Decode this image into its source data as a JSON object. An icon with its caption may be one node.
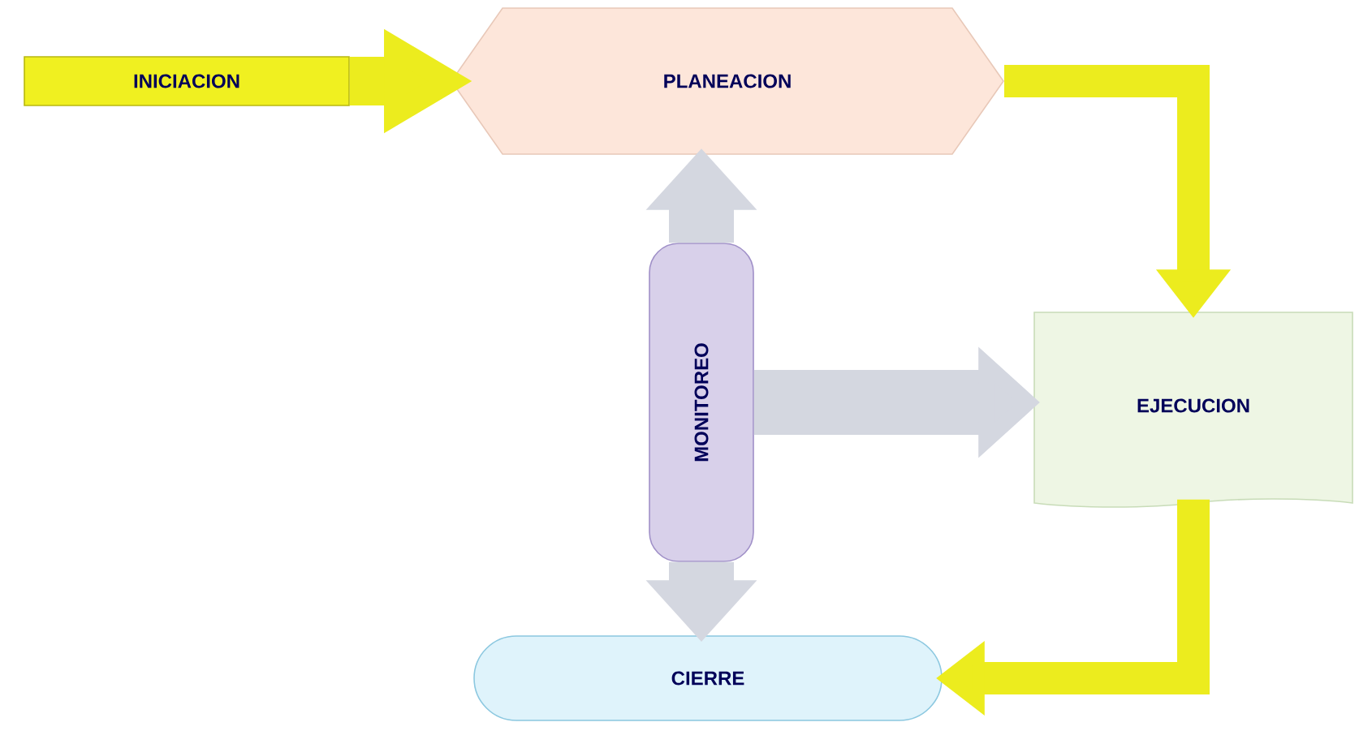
{
  "diagram": {
    "nodes": [
      {
        "text": [
          "INICIACION"
        ]
      },
      {
        "text": [
          "PLANEACION"
        ]
      },
      {
        "text": [
          "EJECUCION"
        ]
      },
      {
        "text": [
          "MONITOREO"
        ]
      },
      {
        "text": [
          "CIERRE"
        ]
      }
    ],
    "edges": [
      {
        "from": 0,
        "to": 1,
        "arrow": "to",
        "color": "#ecec1e"
      },
      {
        "from": 1,
        "to": 2,
        "arrow": "to",
        "color": "#ecec1e"
      },
      {
        "from": 2,
        "to": 4,
        "arrow": "to",
        "color": "#ecec1e"
      },
      {
        "from": 3,
        "to": 1,
        "arrow": "to",
        "color": "#d4d7e0"
      },
      {
        "from": 3,
        "to": 2,
        "arrow": "to",
        "color": "#d4d7e0"
      },
      {
        "from": 3,
        "to": 4,
        "arrow": "to",
        "color": "#d4d7e0"
      }
    ]
  }
}
